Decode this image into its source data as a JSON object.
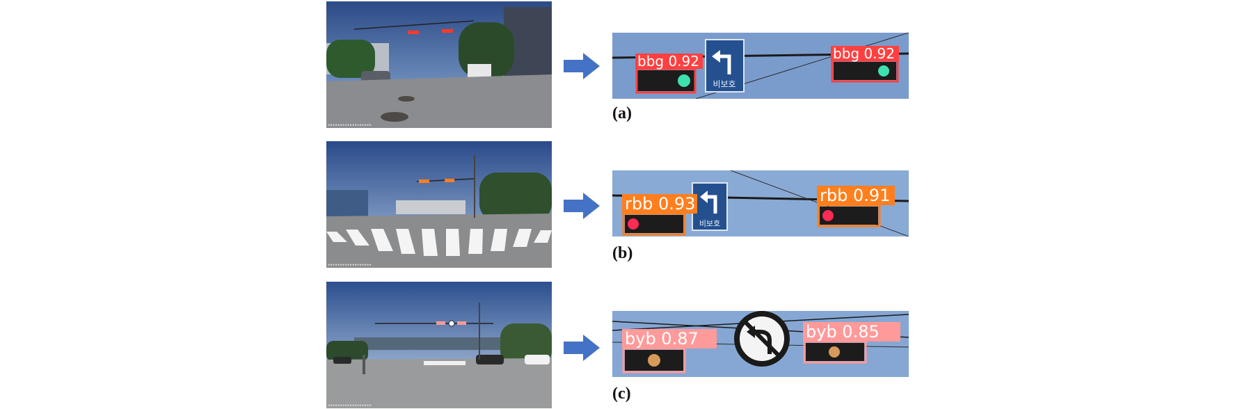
{
  "panels": [
    {
      "caption": "(a)",
      "detections": [
        {
          "label": "bbg 0.92",
          "lit": "green"
        },
        {
          "label": "bbg 0.92",
          "lit": "green"
        }
      ],
      "sign_text": "비보호",
      "box_color": "#ff4040",
      "label_text_color": "#ffffff"
    },
    {
      "caption": "(b)",
      "detections": [
        {
          "label": "rbb 0.93",
          "lit": "red"
        },
        {
          "label": "rbb 0.91",
          "lit": "red"
        }
      ],
      "sign_text": "비보호",
      "box_color": "#ff7f1e",
      "label_text_color": "#ffffff"
    },
    {
      "caption": "(c)",
      "detections": [
        {
          "label": "byb 0.87",
          "lit": "yellow"
        },
        {
          "label": "byb 0.85",
          "lit": "yellow"
        }
      ],
      "sign_icon": "no-left-turn-icon",
      "box_color": "#ff9a9a",
      "label_text_color": "#ffffff"
    }
  ],
  "arrow_color": "#4472c4",
  "arrow_icon": "right-arrow-icon"
}
